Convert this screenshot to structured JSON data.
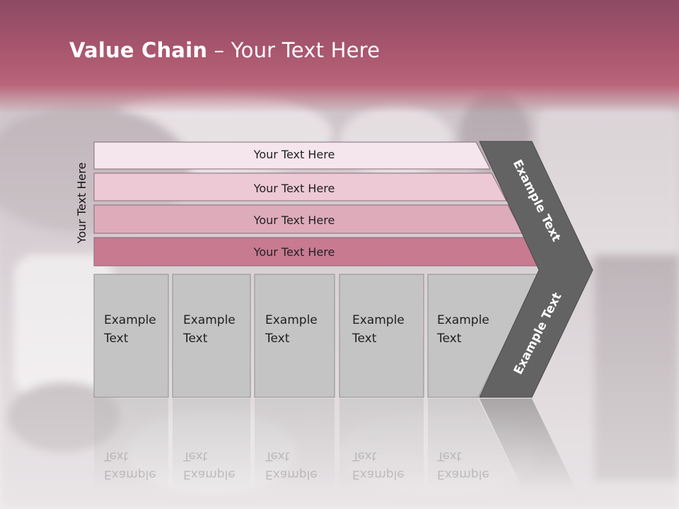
{
  "slide": {
    "title_bold": "Value Chain",
    "title_rest": " – Your Text Here",
    "side_label": "Your Text Here"
  },
  "rows": [
    {
      "label": "Your Text Here",
      "color": "#f4e6ec"
    },
    {
      "label": "Your Text Here",
      "color": "#ecc9d5"
    },
    {
      "label": "Your Text Here",
      "color": "#deabbb"
    },
    {
      "label": "Your Text Here",
      "color": "#c87a91"
    }
  ],
  "boxes": [
    {
      "line1": "Example",
      "line2": "Text"
    },
    {
      "line1": "Example",
      "line2": "Text"
    },
    {
      "line1": "Example",
      "line2": "Text"
    },
    {
      "line1": "Example",
      "line2": "Text"
    },
    {
      "line1": "Example",
      "line2": "Text"
    }
  ],
  "arrow": {
    "upper_label": "Example Text",
    "lower_label": "Example Text",
    "color": "#636363"
  },
  "colors": {
    "header": "#a9566f",
    "box_fill": "#c4c4c4",
    "box_border": "#8f8f8f"
  }
}
